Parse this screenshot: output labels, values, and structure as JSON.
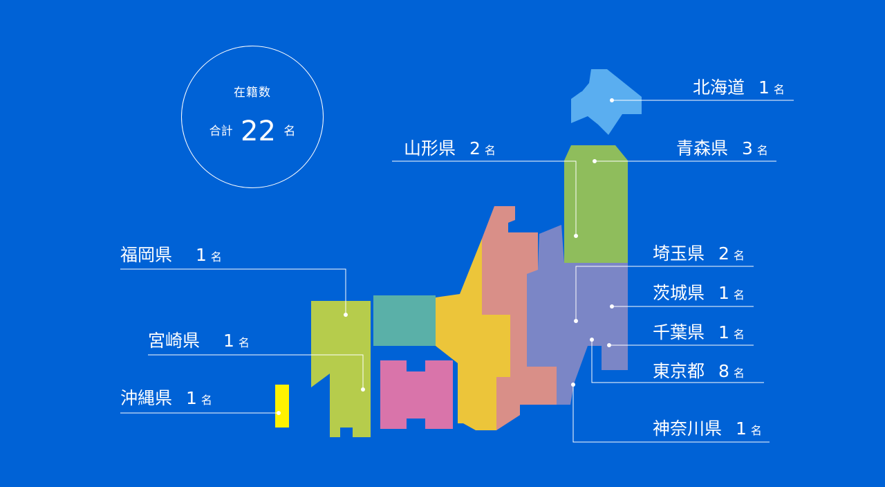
{
  "summary": {
    "title": "在籍数",
    "total_prefix": "合計",
    "total": "22",
    "unit": "名"
  },
  "unit": "名",
  "prefectures": [
    {
      "name": "北海道",
      "count": "1"
    },
    {
      "name": "青森県",
      "count": "3"
    },
    {
      "name": "山形県",
      "count": "2"
    },
    {
      "name": "埼玉県",
      "count": "2"
    },
    {
      "name": "茨城県",
      "count": "1"
    },
    {
      "name": "千葉県",
      "count": "1"
    },
    {
      "name": "東京都",
      "count": "8"
    },
    {
      "name": "神奈川県",
      "count": "1"
    },
    {
      "name": "福岡県",
      "count": "1"
    },
    {
      "name": "宮崎県",
      "count": "1"
    },
    {
      "name": "沖縄県",
      "count": "1"
    }
  ],
  "colors": {
    "background": "#0062d6",
    "hokkaido": "#5aaef0",
    "tohoku": "#8fbd5c",
    "kanto": "#7b86c6",
    "chubu": "#d98f88",
    "kinki": "#ecc53a",
    "chugoku": "#5ab0a8",
    "shikoku": "#d974aa",
    "kyushu": "#b6cc4c",
    "okinawa": "#fff200"
  }
}
